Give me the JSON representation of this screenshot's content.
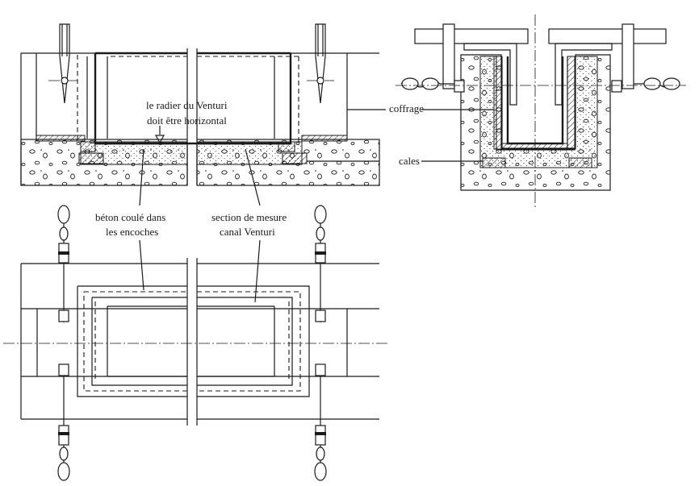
{
  "labels": {
    "radier_line1": "le radier du Venturi",
    "radier_line2": "doit être horizontal",
    "coffrage": "coffrage",
    "cales": "cales",
    "beton_line1": "béton coulé dans",
    "beton_line2": "les encoches",
    "section_line1": "section de mesure",
    "section_line2": "canal Venturi"
  }
}
